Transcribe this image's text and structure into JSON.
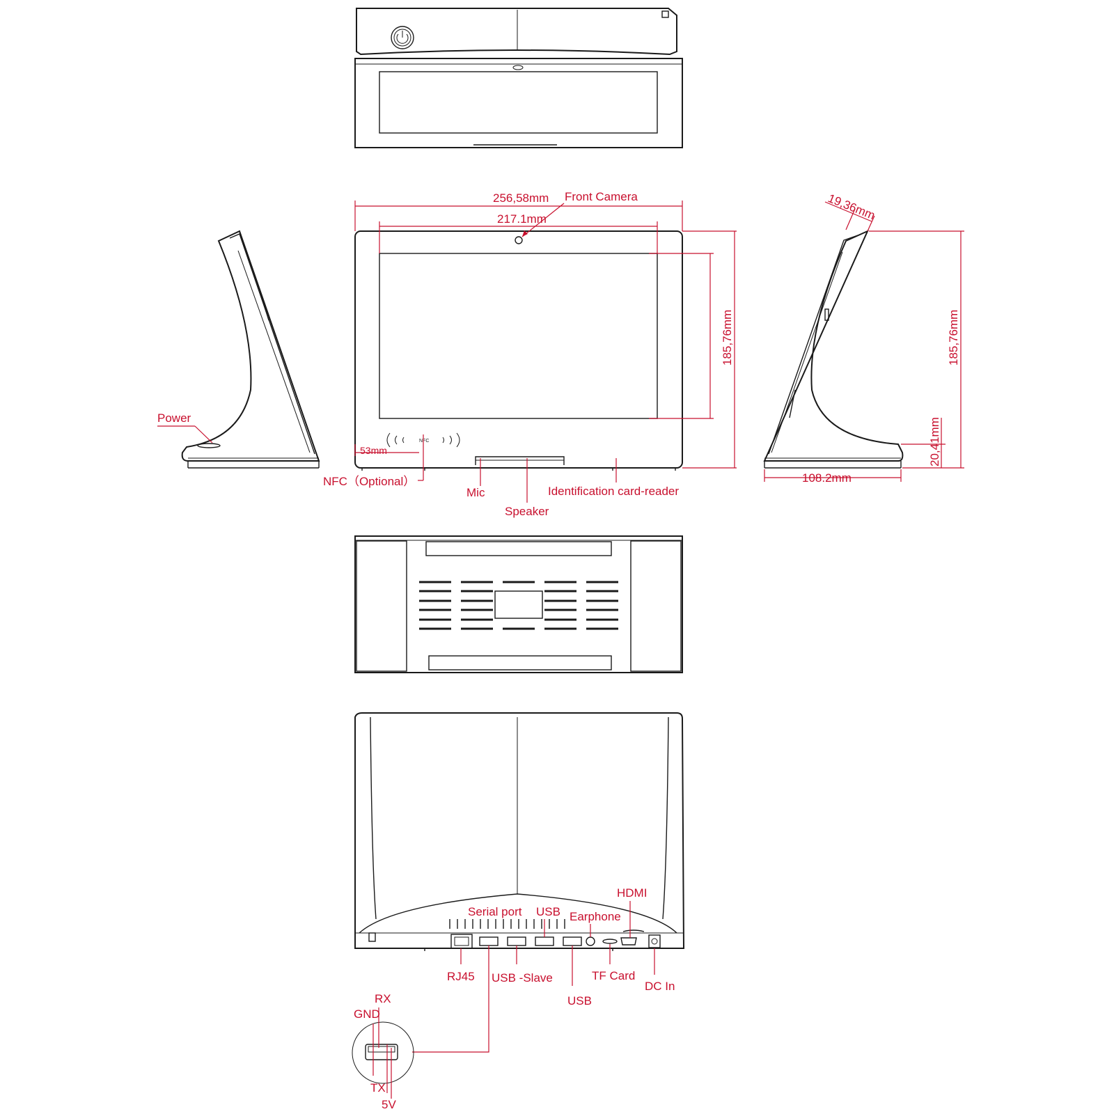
{
  "labels": {
    "front_camera": "Front Camera",
    "power": "Power",
    "nfc_optional": "NFC（Optional）",
    "nfc_mark": "NFC",
    "mic": "Mic",
    "speaker": "Speaker",
    "id_card_reader": "Identification card-reader",
    "serial_port": "Serial port",
    "usb_top": "USB",
    "earphone": "Earphone",
    "hdmi": "HDMI",
    "rj45": "RJ45",
    "usb_slave": "USB -Slave",
    "usb_bottom": "USB",
    "tf_card": "TF Card",
    "dc_in": "DC In",
    "rx": "RX",
    "gnd": "GND",
    "tx": "TX",
    "v5": "5V"
  },
  "dimensions": {
    "overall_width": "256,58mm",
    "screen_width": "217.1mm",
    "screen_height": "185,76mm",
    "side_height": "185,76mm",
    "bezel_depth": "19,36mm",
    "base_depth": "108.2mm",
    "base_height": "20,41mm",
    "nfc_offset": "53mm"
  },
  "colors": {
    "annotation": "#c8102e",
    "outline": "#1a1a1a"
  }
}
